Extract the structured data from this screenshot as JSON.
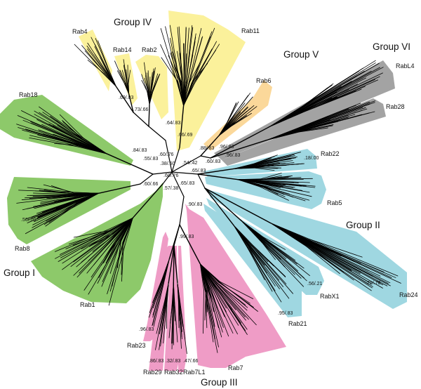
{
  "colors": {
    "group1_green": "#8dc96a",
    "group2_blue": "#9fd7e1",
    "group3_pink": "#ef9cc6",
    "group4_yellow": "#fbf19b",
    "group5_orange": "#fbd89a",
    "group6_gray": "#a3a3a3",
    "branch": "#000000"
  },
  "groups": {
    "g1": "Group I",
    "g2": "Group II",
    "g3": "Group III",
    "g4": "Group IV",
    "g5": "Group V",
    "g6": "Group VI"
  },
  "clades": {
    "rab4": "Rab4",
    "rab14": "Rab14",
    "rab2": "Rab2",
    "rab11": "Rab11",
    "rab6": "Rab6",
    "rabl4": "RabL4",
    "rab28": "Rab28",
    "rab22": "Rab22",
    "rab5": "Rab5",
    "rab24": "Rab24",
    "rabx1": "RabX1",
    "rab21": "Rab21",
    "rab7": "Rab7",
    "rab7l1": "Rab7L1",
    "rab32": "Rab32",
    "rab29": "Rab29",
    "rab23": "Rab23",
    "rab1": "Rab1",
    "rab8": "Rab8",
    "rab18": "Rab18"
  },
  "support": {
    "s1": ".69/.83",
    "s2": ".73/.66",
    "s3": ".64/.83",
    "s4": ".66/.69",
    "s5": ".88/.83",
    "s6": ".96/.83",
    "s7": ".96/.83",
    "s8": ".60/.83",
    "s9": ".54/.42",
    "s10": ".60/.76",
    "s11": ".38/.50",
    "s12": ".55/.83",
    "s13": ".84/.83",
    "s14": ".60/.76",
    "s15": ".60/.66",
    "s16": ".57/.38",
    "s17": ".65/.83",
    "s18": ".65/.83",
    "s19": ".90/.83",
    "s20": ".99/.83",
    "s21": ".18/.00",
    "s22": ".56/.00",
    "s23": ".56/.21",
    "s24": ".79/.78",
    "s25": ".95/.83",
    "s26": ".96/.83",
    "s27": ".86/.83",
    "s28": ".32/.83",
    "s29": ".47/.66"
  }
}
